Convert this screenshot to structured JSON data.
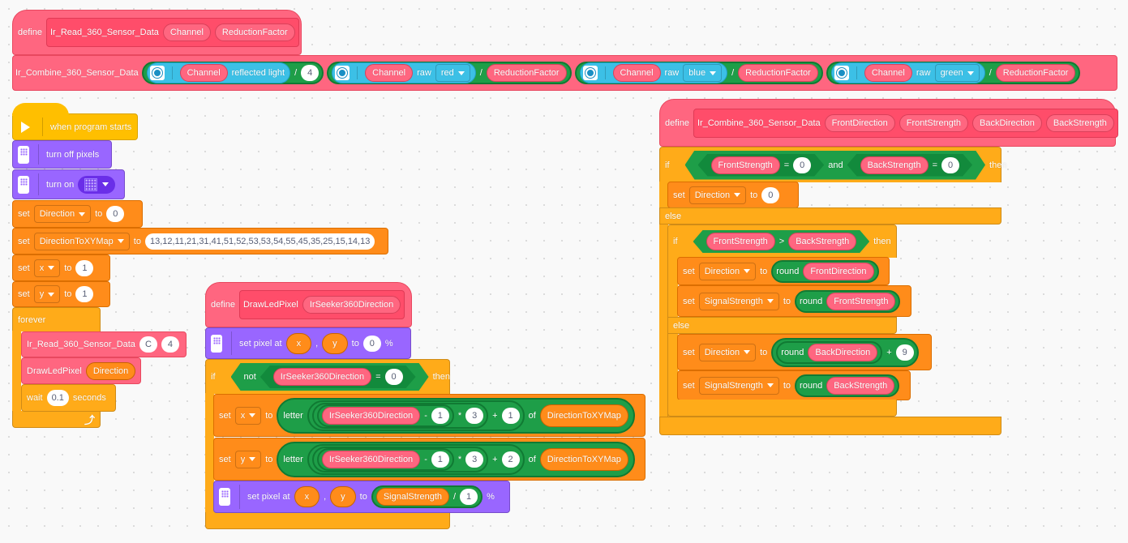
{
  "labels": {
    "define": "define",
    "set": "set",
    "to": "to",
    "if": "if",
    "then": "then",
    "else": "else",
    "round": "round",
    "letter": "letter",
    "of": "of",
    "and": "and",
    "not": "not",
    "raw": "raw",
    "forever": "forever",
    "wait": "wait",
    "seconds": "seconds",
    "set_pixel_at": "set pixel at",
    "turn_on": "turn on",
    "turn_off_pixels": "turn off pixels",
    "when_program_starts": "when program starts",
    "percent": "%",
    "comma": ",",
    "reflected_light": "reflected light"
  },
  "ops": {
    "div": "/",
    "minus": "-",
    "times": "*",
    "plus": "+",
    "eq": "=",
    "gt": ">"
  },
  "read_def": {
    "name": "Ir_Read_360_Sensor_Data",
    "params": [
      "Channel",
      "ReductionFactor"
    ],
    "call": {
      "name": "Ir_Combine_360_Sensor_Data",
      "args": [
        {
          "port": "Channel",
          "divisor": "4"
        },
        {
          "port": "Channel",
          "color": "red",
          "divisor": "ReductionFactor"
        },
        {
          "port": "Channel",
          "color": "blue",
          "divisor": "ReductionFactor"
        },
        {
          "port": "Channel",
          "color": "green",
          "divisor": "ReductionFactor"
        }
      ]
    }
  },
  "main": {
    "set_direction": {
      "var": "Direction",
      "value": "0"
    },
    "set_map": {
      "var": "DirectionToXYMap",
      "value": "13,12,11,21,31,41,51,52,53,53,54,55,45,35,25,15,14,13"
    },
    "set_x": {
      "var": "x",
      "value": "1"
    },
    "set_y": {
      "var": "y",
      "value": "1"
    },
    "call_read": {
      "name": "Ir_Read_360_Sensor_Data",
      "args": [
        "C",
        "4"
      ]
    },
    "call_draw": {
      "name": "DrawLedPixel",
      "arg": "Direction"
    },
    "wait": "0.1"
  },
  "draw_def": {
    "name": "DrawLedPixel",
    "param": "IrSeeker360Direction",
    "pixel1": {
      "x": "x",
      "y": "y",
      "value": "0"
    },
    "cond": {
      "param": "IrSeeker360Direction",
      "value": "0"
    },
    "set_x": {
      "var": "x",
      "param": "IrSeeker360Direction",
      "a": "1",
      "b": "3",
      "c": "1",
      "list": "DirectionToXYMap"
    },
    "set_y": {
      "var": "y",
      "param": "IrSeeker360Direction",
      "a": "1",
      "b": "3",
      "c": "2",
      "list": "DirectionToXYMap"
    },
    "pixel2": {
      "x": "x",
      "y": "y",
      "var": "SignalStrength",
      "divisor": "1"
    }
  },
  "combine_def": {
    "name": "Ir_Combine_360_Sensor_Data",
    "params": [
      "FrontDirection",
      "FrontStrength",
      "BackDirection",
      "BackStrength"
    ],
    "if1": {
      "left": "FrontStrength",
      "lv": "0",
      "right": "BackStrength",
      "rv": "0"
    },
    "set_dir0": {
      "var": "Direction",
      "value": "0"
    },
    "if2": {
      "left": "FrontStrength",
      "right": "BackStrength"
    },
    "set_dir_front": {
      "var": "Direction",
      "arg": "FrontDirection"
    },
    "set_sig_front": {
      "var": "SignalStrength",
      "arg": "FrontStrength"
    },
    "set_dir_back": {
      "var": "Direction",
      "arg": "BackDirection",
      "add": "9"
    },
    "set_sig_back": {
      "var": "SignalStrength",
      "arg": "BackStrength"
    }
  }
}
